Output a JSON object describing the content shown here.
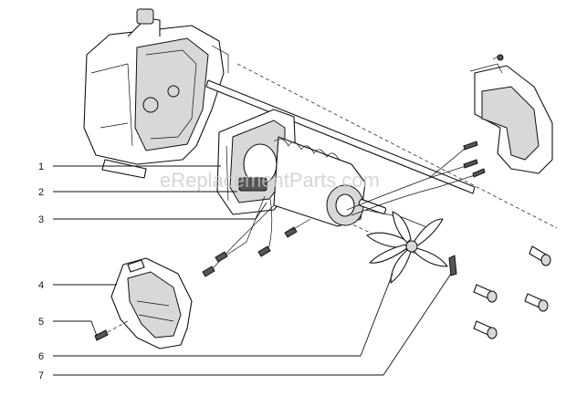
{
  "watermark": "eReplacementParts.com",
  "callouts": [
    {
      "num": "1"
    },
    {
      "num": "2"
    },
    {
      "num": "3"
    },
    {
      "num": "4"
    },
    {
      "num": "5"
    },
    {
      "num": "6"
    },
    {
      "num": "7"
    }
  ]
}
